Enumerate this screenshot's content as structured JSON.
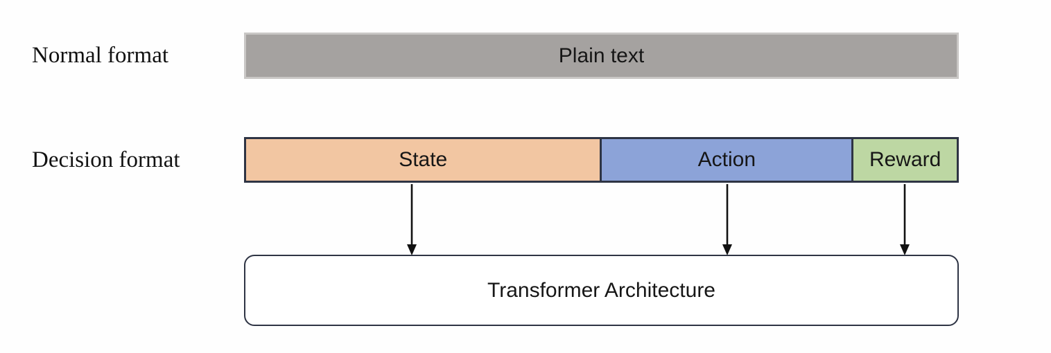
{
  "normal_row": {
    "label": "Normal format",
    "bar": {
      "label": "Plain text",
      "fill_color": "#a5a2a0",
      "border_color": "#c9c7c5"
    }
  },
  "decision_row": {
    "label": "Decision format",
    "border_color": "#2e3444",
    "segments": [
      {
        "label": "State",
        "color": "#f2c6a2"
      },
      {
        "label": "Action",
        "color": "#8ca3d8"
      },
      {
        "label": "Reward",
        "color": "#bdd7a3"
      }
    ]
  },
  "transformer_box": {
    "label": "Transformer Architecture",
    "border_color": "#2e3444",
    "fill_color": "#ffffff"
  },
  "arrows": {
    "color": "#111111"
  }
}
